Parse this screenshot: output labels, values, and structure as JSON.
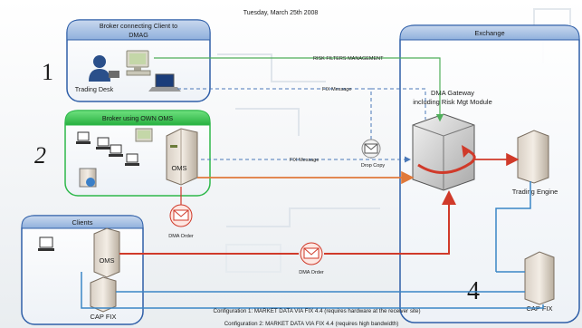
{
  "header": {
    "title_partial": "",
    "date": "Tuesday, March 25th 2008"
  },
  "sections": {
    "broker_dmag": {
      "title": "Broker connecting Client to DMAG",
      "title_line1": "Broker connecting Client to",
      "title_line2": "DMAG",
      "number": "1",
      "desk_label": "Trading Desk"
    },
    "broker_oms": {
      "title": "Broker using OWN OMS",
      "number": "2",
      "oms_label": "OMS"
    },
    "clients": {
      "title": "Clients",
      "oms_label": "OMS",
      "capfix_label": "CAP FIX"
    },
    "exchange": {
      "title": "Exchange",
      "number": "4",
      "gateway_line1": "DMA Gateway",
      "gateway_line2": "including Risk Mgt Module",
      "engine_label": "Trading Engine",
      "capfix_label": "CAP FIX"
    }
  },
  "flows": {
    "risk_filters": "RISK FILTERS MANAGEMENT",
    "fix_message_1": "FIX Message",
    "fix_message_2": "FIX Message",
    "drop_copy": "Drop Copy",
    "dma_order_1": "DMA Order",
    "dma_order_2": "DMA Order"
  },
  "footer": {
    "config1": "Configuration 1: MARKET DATA VIA FIX 4.4 (requires hardware at the receiver site)",
    "config2": "Configuration 2: MARKET DATA VIA FIX 4.4 (requires high bandwidth)"
  },
  "colors": {
    "blue_section": "#2f5fa8",
    "green_section": "#2eb84a",
    "order_red": "#d03a2a",
    "oms_orange": "#e0793a",
    "market_data": "#3a86c6",
    "risk_green": "#4fae5a"
  },
  "icons": [
    "person-icon",
    "desktop-icon",
    "server-icon",
    "envelope-icon",
    "globe-icon",
    "laptop-icon"
  ]
}
